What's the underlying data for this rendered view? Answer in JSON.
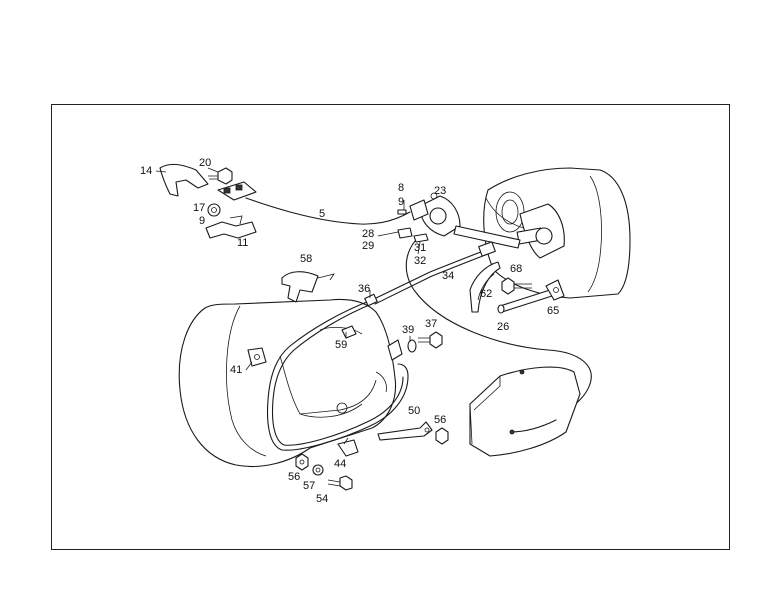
{
  "diagram": {
    "part_labels": [
      {
        "id": "p14",
        "text": "14"
      },
      {
        "id": "p20",
        "text": "20"
      },
      {
        "id": "p17",
        "text": "17"
      },
      {
        "id": "p9a",
        "text": "9"
      },
      {
        "id": "p11",
        "text": "11"
      },
      {
        "id": "p5",
        "text": "5"
      },
      {
        "id": "p8",
        "text": "8"
      },
      {
        "id": "p9b",
        "text": "9"
      },
      {
        "id": "p23",
        "text": "23"
      },
      {
        "id": "p28",
        "text": "28"
      },
      {
        "id": "p29",
        "text": "29"
      },
      {
        "id": "p31",
        "text": "31"
      },
      {
        "id": "p32",
        "text": "32"
      },
      {
        "id": "p58",
        "text": "58"
      },
      {
        "id": "p34",
        "text": "34"
      },
      {
        "id": "p68",
        "text": "68"
      },
      {
        "id": "p62",
        "text": "62"
      },
      {
        "id": "p36",
        "text": "36"
      },
      {
        "id": "p65",
        "text": "65"
      },
      {
        "id": "p26",
        "text": "26"
      },
      {
        "id": "p37",
        "text": "37"
      },
      {
        "id": "p39",
        "text": "39"
      },
      {
        "id": "p59",
        "text": "59"
      },
      {
        "id": "p41",
        "text": "41"
      },
      {
        "id": "p50",
        "text": "50"
      },
      {
        "id": "p56a",
        "text": "56"
      },
      {
        "id": "p44",
        "text": "44"
      },
      {
        "id": "p56b",
        "text": "56"
      },
      {
        "id": "p57",
        "text": "57"
      },
      {
        "id": "p54",
        "text": "54"
      }
    ]
  }
}
